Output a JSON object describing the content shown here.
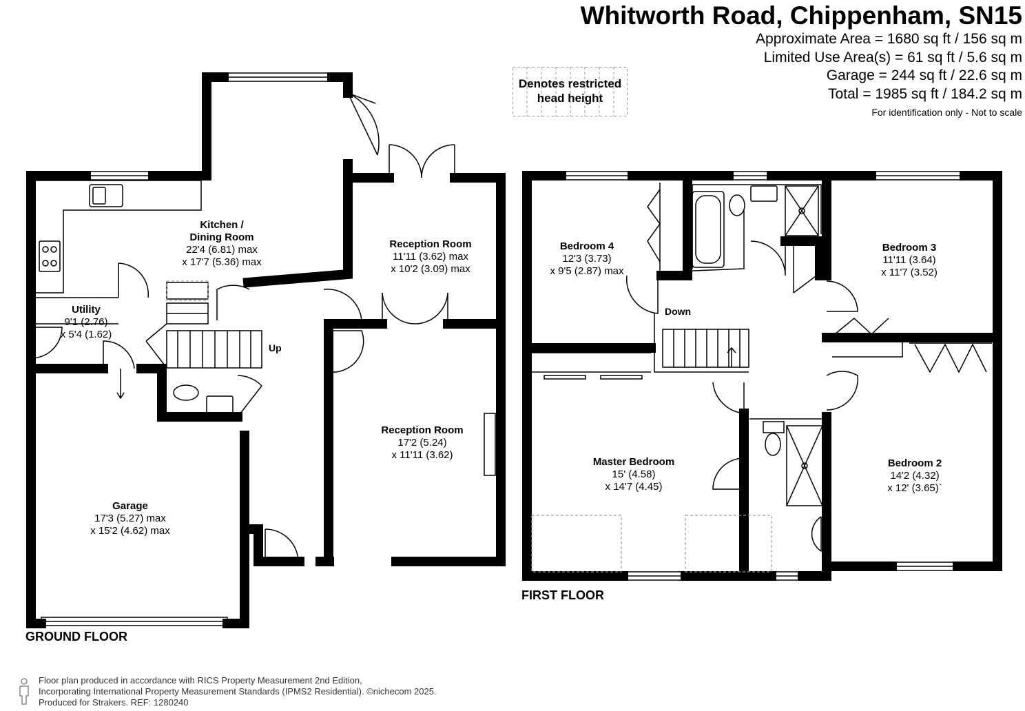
{
  "header": {
    "title": "Whitworth Road, Chippenham, SN15",
    "areas": [
      "Approximate Area = 1680 sq ft / 156 sq m",
      "Limited Use Area(s) = 61 sq ft / 5.6 sq m",
      "Garage = 244 sq ft / 22.6 sq m",
      "Total = 1985 sq ft / 184.2 sq m"
    ],
    "note": "For identification only - Not to scale"
  },
  "legend": {
    "line1": "Denotes restricted",
    "line2": "head height"
  },
  "ground_floor": {
    "label": "GROUND FLOOR",
    "stairs_label": "Up",
    "rooms": [
      {
        "name": "Kitchen /",
        "name2": "Dining Room",
        "dims": [
          "22'4 (6.81) max",
          "x 17'7 (5.36) max"
        ]
      },
      {
        "name": "Reception Room",
        "dims": [
          "11'11 (3.62) max",
          "x 10'2 (3.09) max"
        ]
      },
      {
        "name": "Utility",
        "dims": [
          "9'1 (2.76)",
          "x 5'4 (1.62)"
        ]
      },
      {
        "name": "Reception Room",
        "dims": [
          "17'2 (5.24)",
          "x 11'11 (3.62)"
        ]
      },
      {
        "name": "Garage",
        "dims": [
          "17'3 (5.27) max",
          "x 15'2 (4.62) max"
        ]
      }
    ]
  },
  "first_floor": {
    "label": "FIRST FLOOR",
    "stairs_label": "Down",
    "rooms": [
      {
        "name": "Bedroom 4",
        "dims": [
          "12'3 (3.73)",
          "x 9'5 (2.87) max"
        ]
      },
      {
        "name": "Bedroom 3",
        "dims": [
          "11'11 (3.64)",
          "x 11'7 (3.52)"
        ]
      },
      {
        "name": "Master Bedroom",
        "dims": [
          "15' (4.58)",
          "x 14'7 (4.45)"
        ]
      },
      {
        "name": "Bedroom 2",
        "dims": [
          "14'2 (4.32)",
          "x 12' (3.65)`"
        ]
      }
    ]
  },
  "footer": [
    "Floor plan produced in accordance with RICS Property Measurement 2nd Edition,",
    "Incorporating International Property Measurement Standards (IPMS2 Residential).  ©nichecom 2025.",
    "Produced for Strakers.    REF: 1280240"
  ]
}
